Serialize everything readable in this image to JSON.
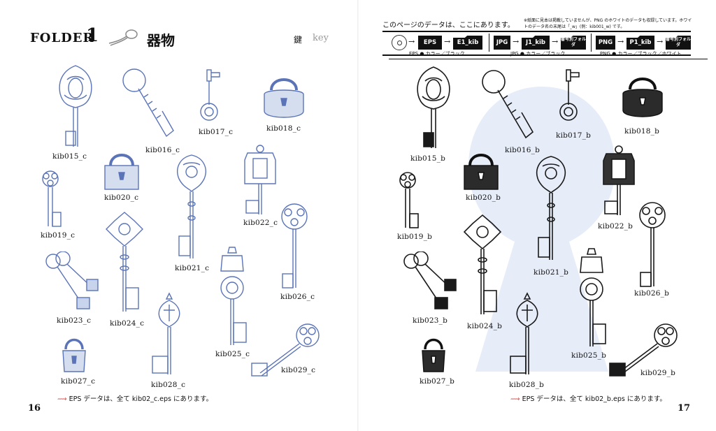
{
  "left": {
    "folder_word": "FOLDER",
    "folder_number": "1",
    "folder_name": "器物",
    "key_jp": "鍵",
    "key_en": "key",
    "items": [
      {
        "label": "kib015_c"
      },
      {
        "label": "kib016_c"
      },
      {
        "label": "kib017_c"
      },
      {
        "label": "kib018_c"
      },
      {
        "label": "kib019_c"
      },
      {
        "label": "kib020_c"
      },
      {
        "label": "kib021_c"
      },
      {
        "label": "kib022_c"
      },
      {
        "label": "kib023_c"
      },
      {
        "label": "kib024_c"
      },
      {
        "label": "kib025_c"
      },
      {
        "label": "kib026_c"
      },
      {
        "label": "kib027_c"
      },
      {
        "label": "kib028_c"
      },
      {
        "label": "kib029_c"
      }
    ],
    "footnote": "EPS データは、全て kib02_c.eps にあります。",
    "page_number": "16"
  },
  "right": {
    "header_title": "このページのデータは、ここにあります。",
    "header_note": "※紙面に見本は掲載していませんが、PNG のホワイトのデータも収録しています。ホワイトのデータ名の末尾は「_w」(例：kib001_w) です。",
    "flow": {
      "eps_box": "EPS",
      "eps_folder": "E1_kib",
      "jpg_box": "JPG",
      "jpg_folder": "J1_kib",
      "png_box": "PNG",
      "png_folder": "P1_kib",
      "numbered_folder": "番号別フォルダ",
      "eps_caption": "EPS ● カラー／ブラック",
      "jpg_caption": "JPG ● カラー／ブラック",
      "png_caption": "PNG ● カラー／ブラック／ホワイト"
    },
    "items": [
      {
        "label": "kib015_b"
      },
      {
        "label": "kib016_b"
      },
      {
        "label": "kib017_b"
      },
      {
        "label": "kib018_b"
      },
      {
        "label": "kib019_b"
      },
      {
        "label": "kib020_b"
      },
      {
        "label": "kib021_b"
      },
      {
        "label": "kib022_b"
      },
      {
        "label": "kib023_b"
      },
      {
        "label": "kib024_b"
      },
      {
        "label": "kib025_b"
      },
      {
        "label": "kib026_b"
      },
      {
        "label": "kib027_b"
      },
      {
        "label": "kib028_b"
      },
      {
        "label": "kib029_b"
      }
    ],
    "footnote": "EPS データは、全て kib02_b.eps にあります。",
    "page_number": "17"
  },
  "colors": {
    "blue_ink": "#5b74b8",
    "black_ink": "#1a1a1a",
    "keyhole_bg": "#e6edf9",
    "accent_red": "#d9534f"
  },
  "icons": {
    "folder_icon": "twisted-key-ring-icon",
    "footnote_arrow": "arrow-right-icon",
    "disc": "disc-icon"
  }
}
